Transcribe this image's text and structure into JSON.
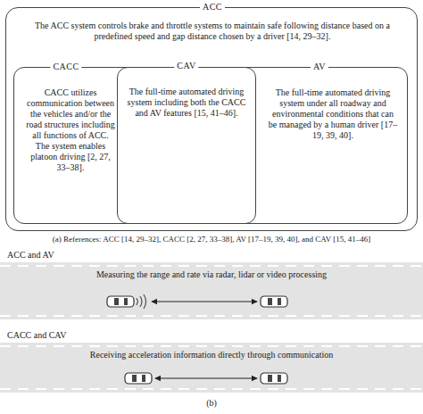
{
  "diagram": {
    "nodes": [
      {
        "text": [
          "ACC",
          "The ACC system controls brake and throttle systems to maintain safe following distance based on a predefined speed and gap distance chosen by a driver [14, 29–32]."
        ]
      },
      {
        "text": [
          "CACC",
          "CACC utilizes communication between the vehicles and/or the road structures including all functions of ACC. The system enables platoon driving [2, 27, 33–38]."
        ],
        "in": 0
      },
      {
        "text": [
          "CAV",
          "The full-time automated driving system including both the CACC and AV features [15, 41–46]."
        ],
        "in": 0
      },
      {
        "text": [
          "AV",
          "The full-time automated driving system under all roadway and environmental conditions that can be managed by a human driver [17–19, 39, 40]."
        ],
        "in": 0
      },
      {
        "text": [
          "Measuring the range and rate via radar, lidar or video processing"
        ]
      },
      {
        "text": [
          "Receiving acceleration information directly through communication"
        ]
      }
    ],
    "labels": [
      "(a)  References: ACC [14, 29–32], CACC [2, 27, 33–38], AV [17–19, 39, 40], and CAV [15, 41–46]",
      "ACC and AV",
      "CACC and CAV",
      "(b)"
    ]
  }
}
